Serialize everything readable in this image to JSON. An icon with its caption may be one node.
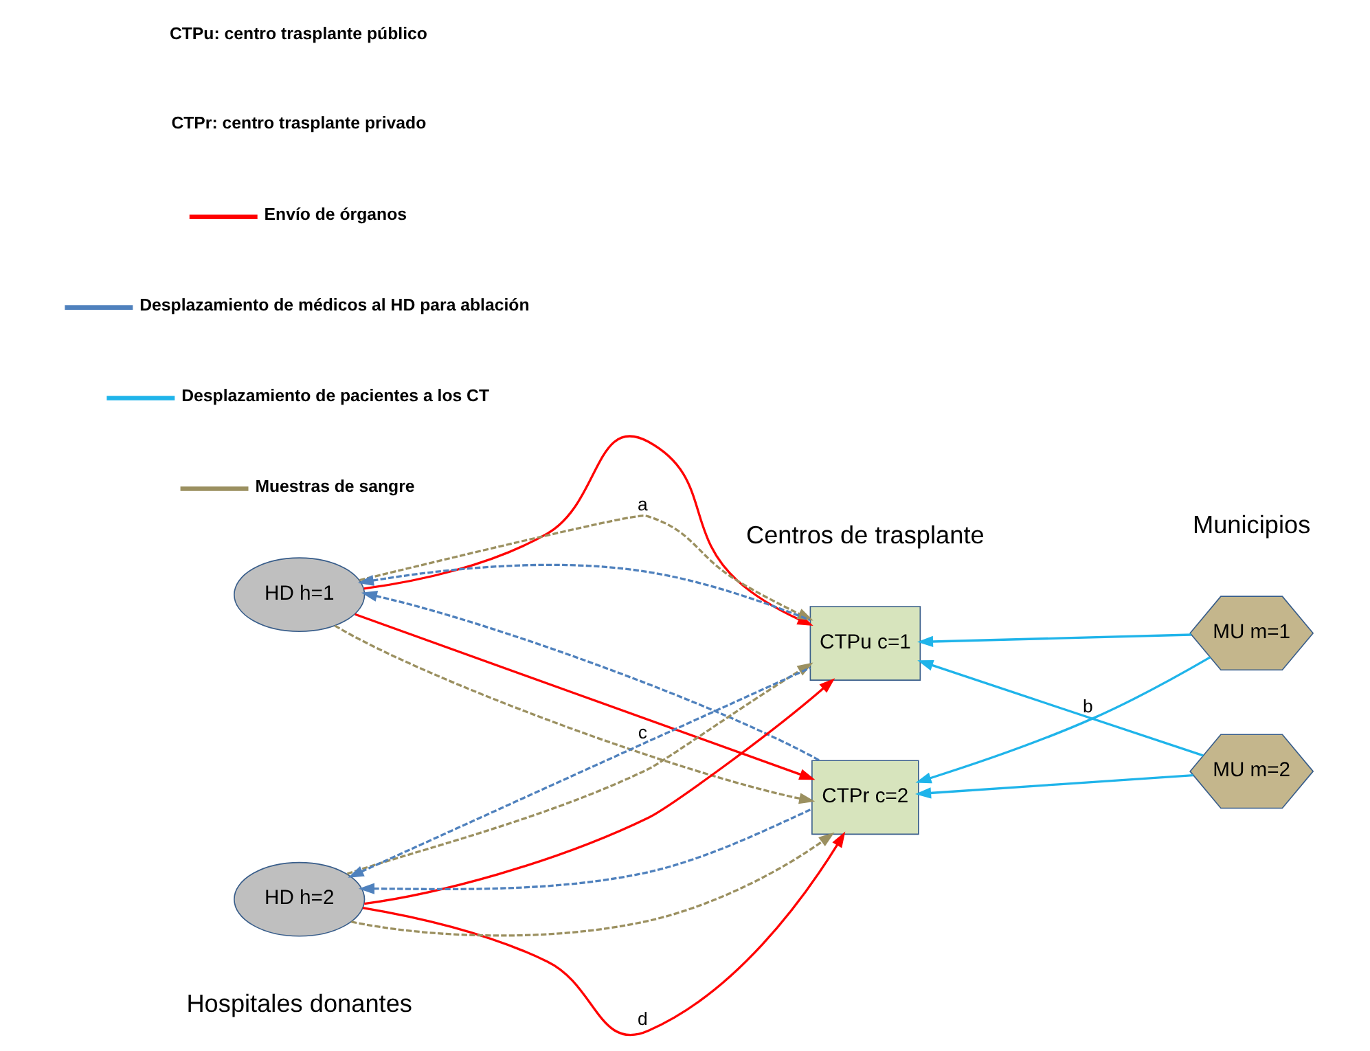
{
  "diagram": {
    "nodes": [
      {
        "text": [
          "HD h=1"
        ]
      },
      {
        "text": [
          "HD h=2"
        ]
      },
      {
        "text": [
          "CTPu c=1"
        ]
      },
      {
        "text": [
          "CTPr c=2"
        ]
      },
      {
        "text": [
          "MU m=1"
        ]
      },
      {
        "text": [
          "MU m=2"
        ]
      }
    ],
    "edges": [
      {
        "from": 0,
        "to": 2,
        "arrow": "to",
        "color": "#ff0000"
      },
      {
        "from": 0,
        "to": 2,
        "arrow": "to",
        "style": "dashed",
        "color": "#9b9060",
        "label": "a"
      },
      {
        "from": 2,
        "to": 0,
        "arrow": "to",
        "style": "dashed",
        "color": "#4f81bd"
      },
      {
        "from": 0,
        "to": 3,
        "arrow": "to",
        "style": "dashed",
        "color": "#9b9060"
      },
      {
        "from": 0,
        "to": 3,
        "arrow": "to",
        "color": "#ff0000"
      },
      {
        "from": 3,
        "to": 0,
        "arrow": "to",
        "style": "dashed",
        "color": "#4f81bd"
      },
      {
        "from": 1,
        "to": 2,
        "arrow": "to",
        "color": "#ff0000"
      },
      {
        "from": 1,
        "to": 2,
        "arrow": "to",
        "style": "dashed",
        "color": "#9b9060"
      },
      {
        "from": 2,
        "to": 1,
        "arrow": "to",
        "style": "dashed",
        "color": "#4f81bd",
        "label": "c"
      },
      {
        "from": 1,
        "to": 3,
        "arrow": "to",
        "color": "#ff0000",
        "label": "d"
      },
      {
        "from": 1,
        "to": 3,
        "arrow": "to",
        "style": "dashed",
        "color": "#9b9060"
      },
      {
        "from": 3,
        "to": 1,
        "arrow": "to",
        "style": "dashed",
        "color": "#4f81bd"
      },
      {
        "from": 4,
        "to": 2,
        "arrow": "to",
        "color": "#1fb4ea"
      },
      {
        "from": 4,
        "to": 3,
        "arrow": "to",
        "color": "#1fb4ea"
      },
      {
        "from": 5,
        "to": 2,
        "arrow": "to",
        "color": "#1fb4ea",
        "label": "b"
      },
      {
        "from": 5,
        "to": 3,
        "arrow": "to",
        "color": "#1fb4ea"
      }
    ],
    "labels": [
      "Hospitales donantes",
      "Centros de trasplante",
      "Municipios",
      "CTPr: centro trasplante privado",
      "CTPu: centro trasplante público"
    ],
    "legend": [
      {
        "text": "Muestras de sangre"
      },
      {
        "text": "Desplazamiento de pacientes a los CT"
      },
      {
        "text": "Desplazamiento de médicos al HD para ablación"
      },
      {
        "text": "Envío de órganos"
      }
    ]
  }
}
